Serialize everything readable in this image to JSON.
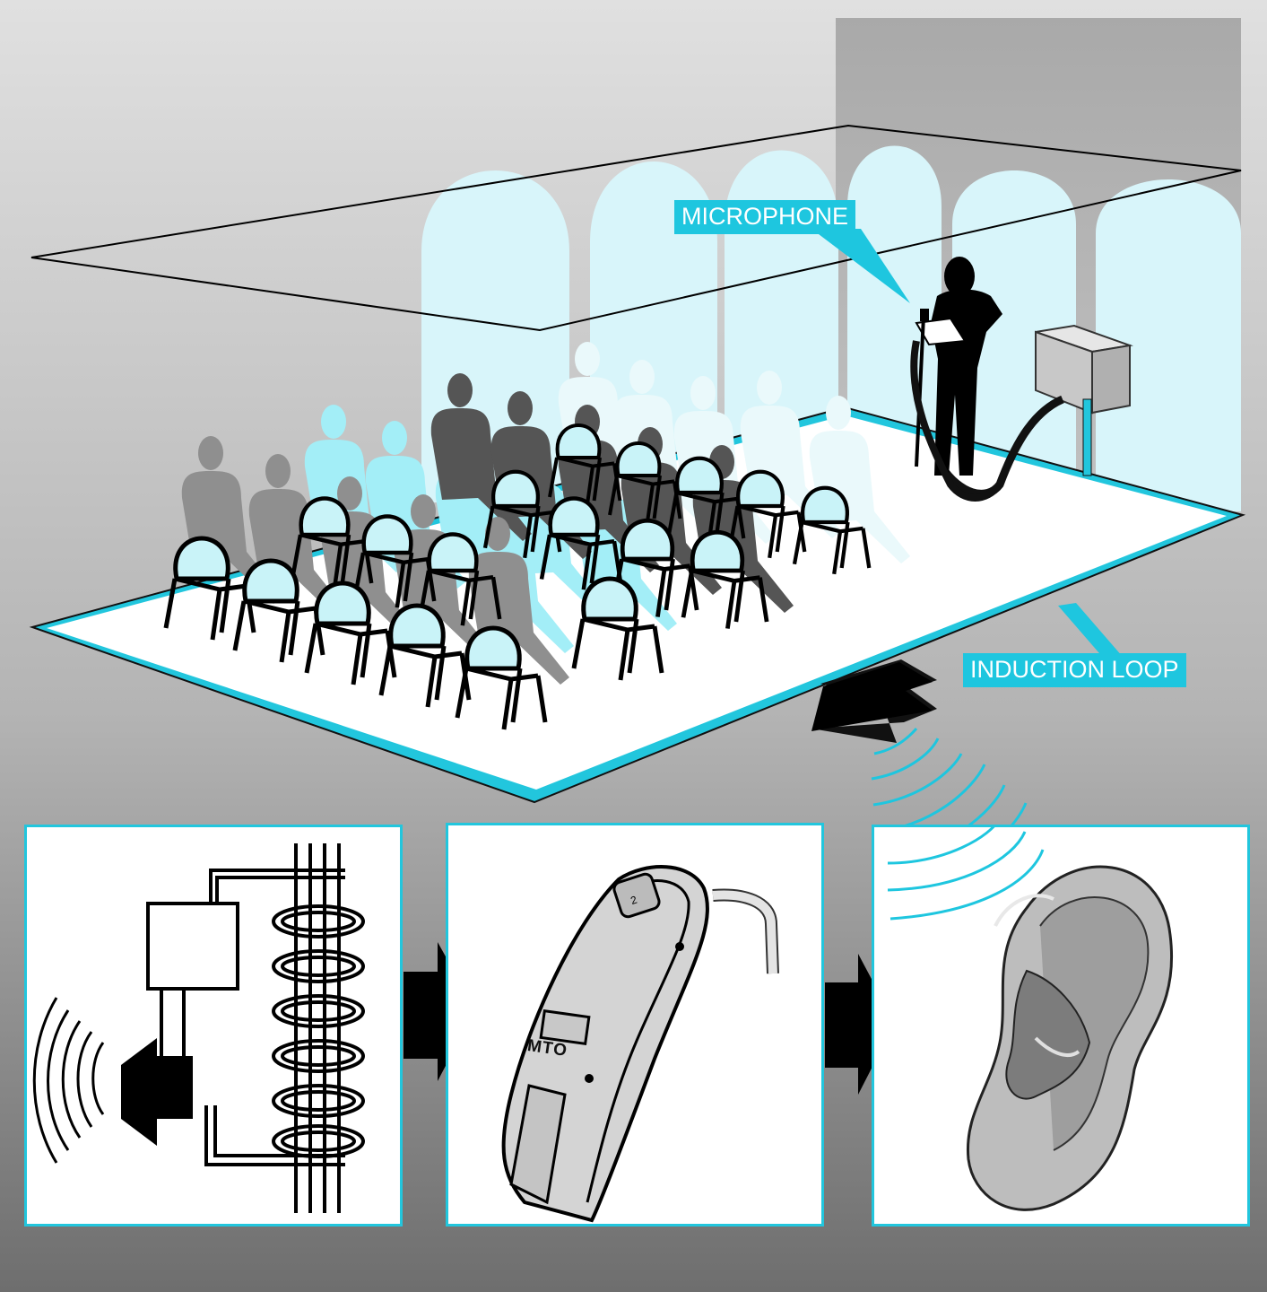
{
  "labels": {
    "microphone": "MICROPHONE",
    "induction_loop": "INDUCTION LOOP"
  },
  "hearing_aid": {
    "switch_text": "MTO",
    "dial_text": "2"
  },
  "colors": {
    "accent": "#1ec6df",
    "loop_line": "#22c6dd",
    "seat_fill": "#c9f3f8",
    "background_top": "#dedede",
    "background_bottom": "#7a7a7a"
  },
  "icons": [
    "microphone-icon",
    "speaker-icon",
    "coil-icon",
    "hearing-aid-icon",
    "ear-icon",
    "arrow-right-icon",
    "arrow-down-icon",
    "signal-waves-icon"
  ]
}
